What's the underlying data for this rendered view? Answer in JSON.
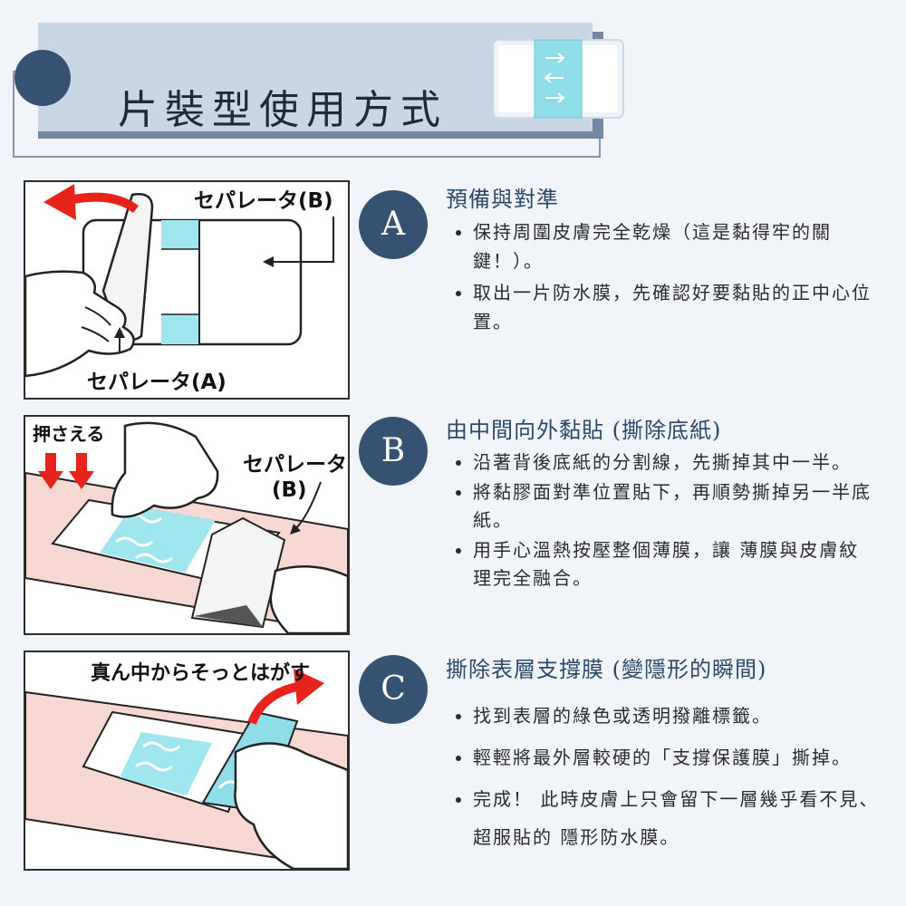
{
  "header": {
    "title": "片裝型使用方式"
  },
  "panels": {
    "a": {
      "label_top": "セパレータ(B)",
      "label_bottom": "セパレータ(A)"
    },
    "b": {
      "label_press": "押さえる",
      "label_sep_line1": "セパレータ",
      "label_sep_line2": "(B)"
    },
    "c": {
      "label_top": "真ん中からそっとはがす"
    }
  },
  "steps": [
    {
      "badge": "A",
      "title": "預備與對準",
      "items": [
        "保持周圍皮膚完全乾燥（這是黏得牢的關鍵！）。",
        "取出一片防水膜，先確認好要黏貼的正中心位置。"
      ]
    },
    {
      "badge": "B",
      "title": "由中間向外黏貼 (撕除底紙)",
      "items": [
        "沿著背後底紙的分割線，先撕掉其中一半。",
        "將黏膠面對準位置貼下，再順勢撕掉另一半底紙。",
        "用手心溫熱按壓整個薄膜，讓 薄膜與皮膚紋理完全融合。"
      ]
    },
    {
      "badge": "C",
      "title": "撕除表層支撐膜 (變隱形的瞬間)",
      "items": [
        "找到表層的綠色或透明撥離標籤。",
        "輕輕將最外層較硬的「支撐保護膜」撕掉。",
        "完成！ 此時皮膚上只會留下一層幾乎看不見、超服貼的 隱形防水膜。"
      ]
    }
  ],
  "colors": {
    "accent": "#365273",
    "band": "#c8d6e6",
    "shadow": "#7488a1",
    "cyan": "#9fe6ee",
    "skin": "#f7d8d2",
    "arrow": "#e8231c"
  }
}
